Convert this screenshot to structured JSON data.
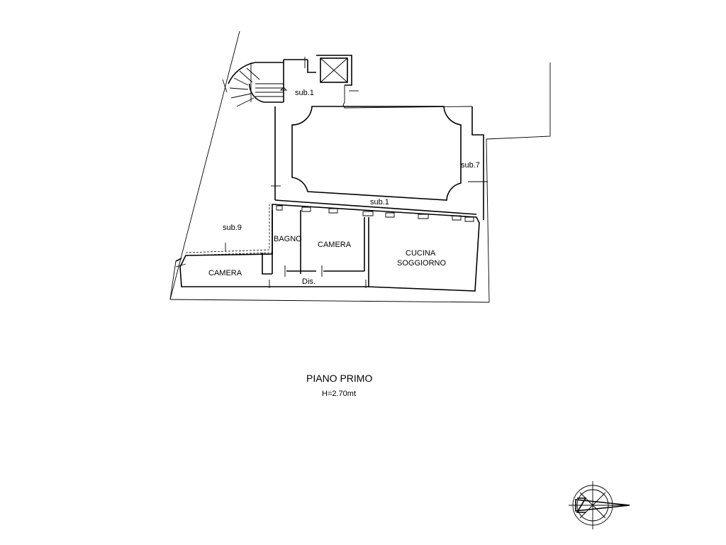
{
  "labels": {
    "sub1_top": "sub.1",
    "sub1_mid": "sub.1",
    "sub7": "sub.7",
    "sub9": "sub.9",
    "bagno": "BAGNO",
    "camera_mid": "CAMERA",
    "camera_left": "CAMERA",
    "cucina": "CUCINA",
    "soggiorno": "SOGGIORNO",
    "dis": "Dis."
  },
  "title": {
    "main": "PIANO PRIMO",
    "height": "H=2.70mt"
  },
  "icons": {
    "compass": "north-arrow-icon"
  }
}
